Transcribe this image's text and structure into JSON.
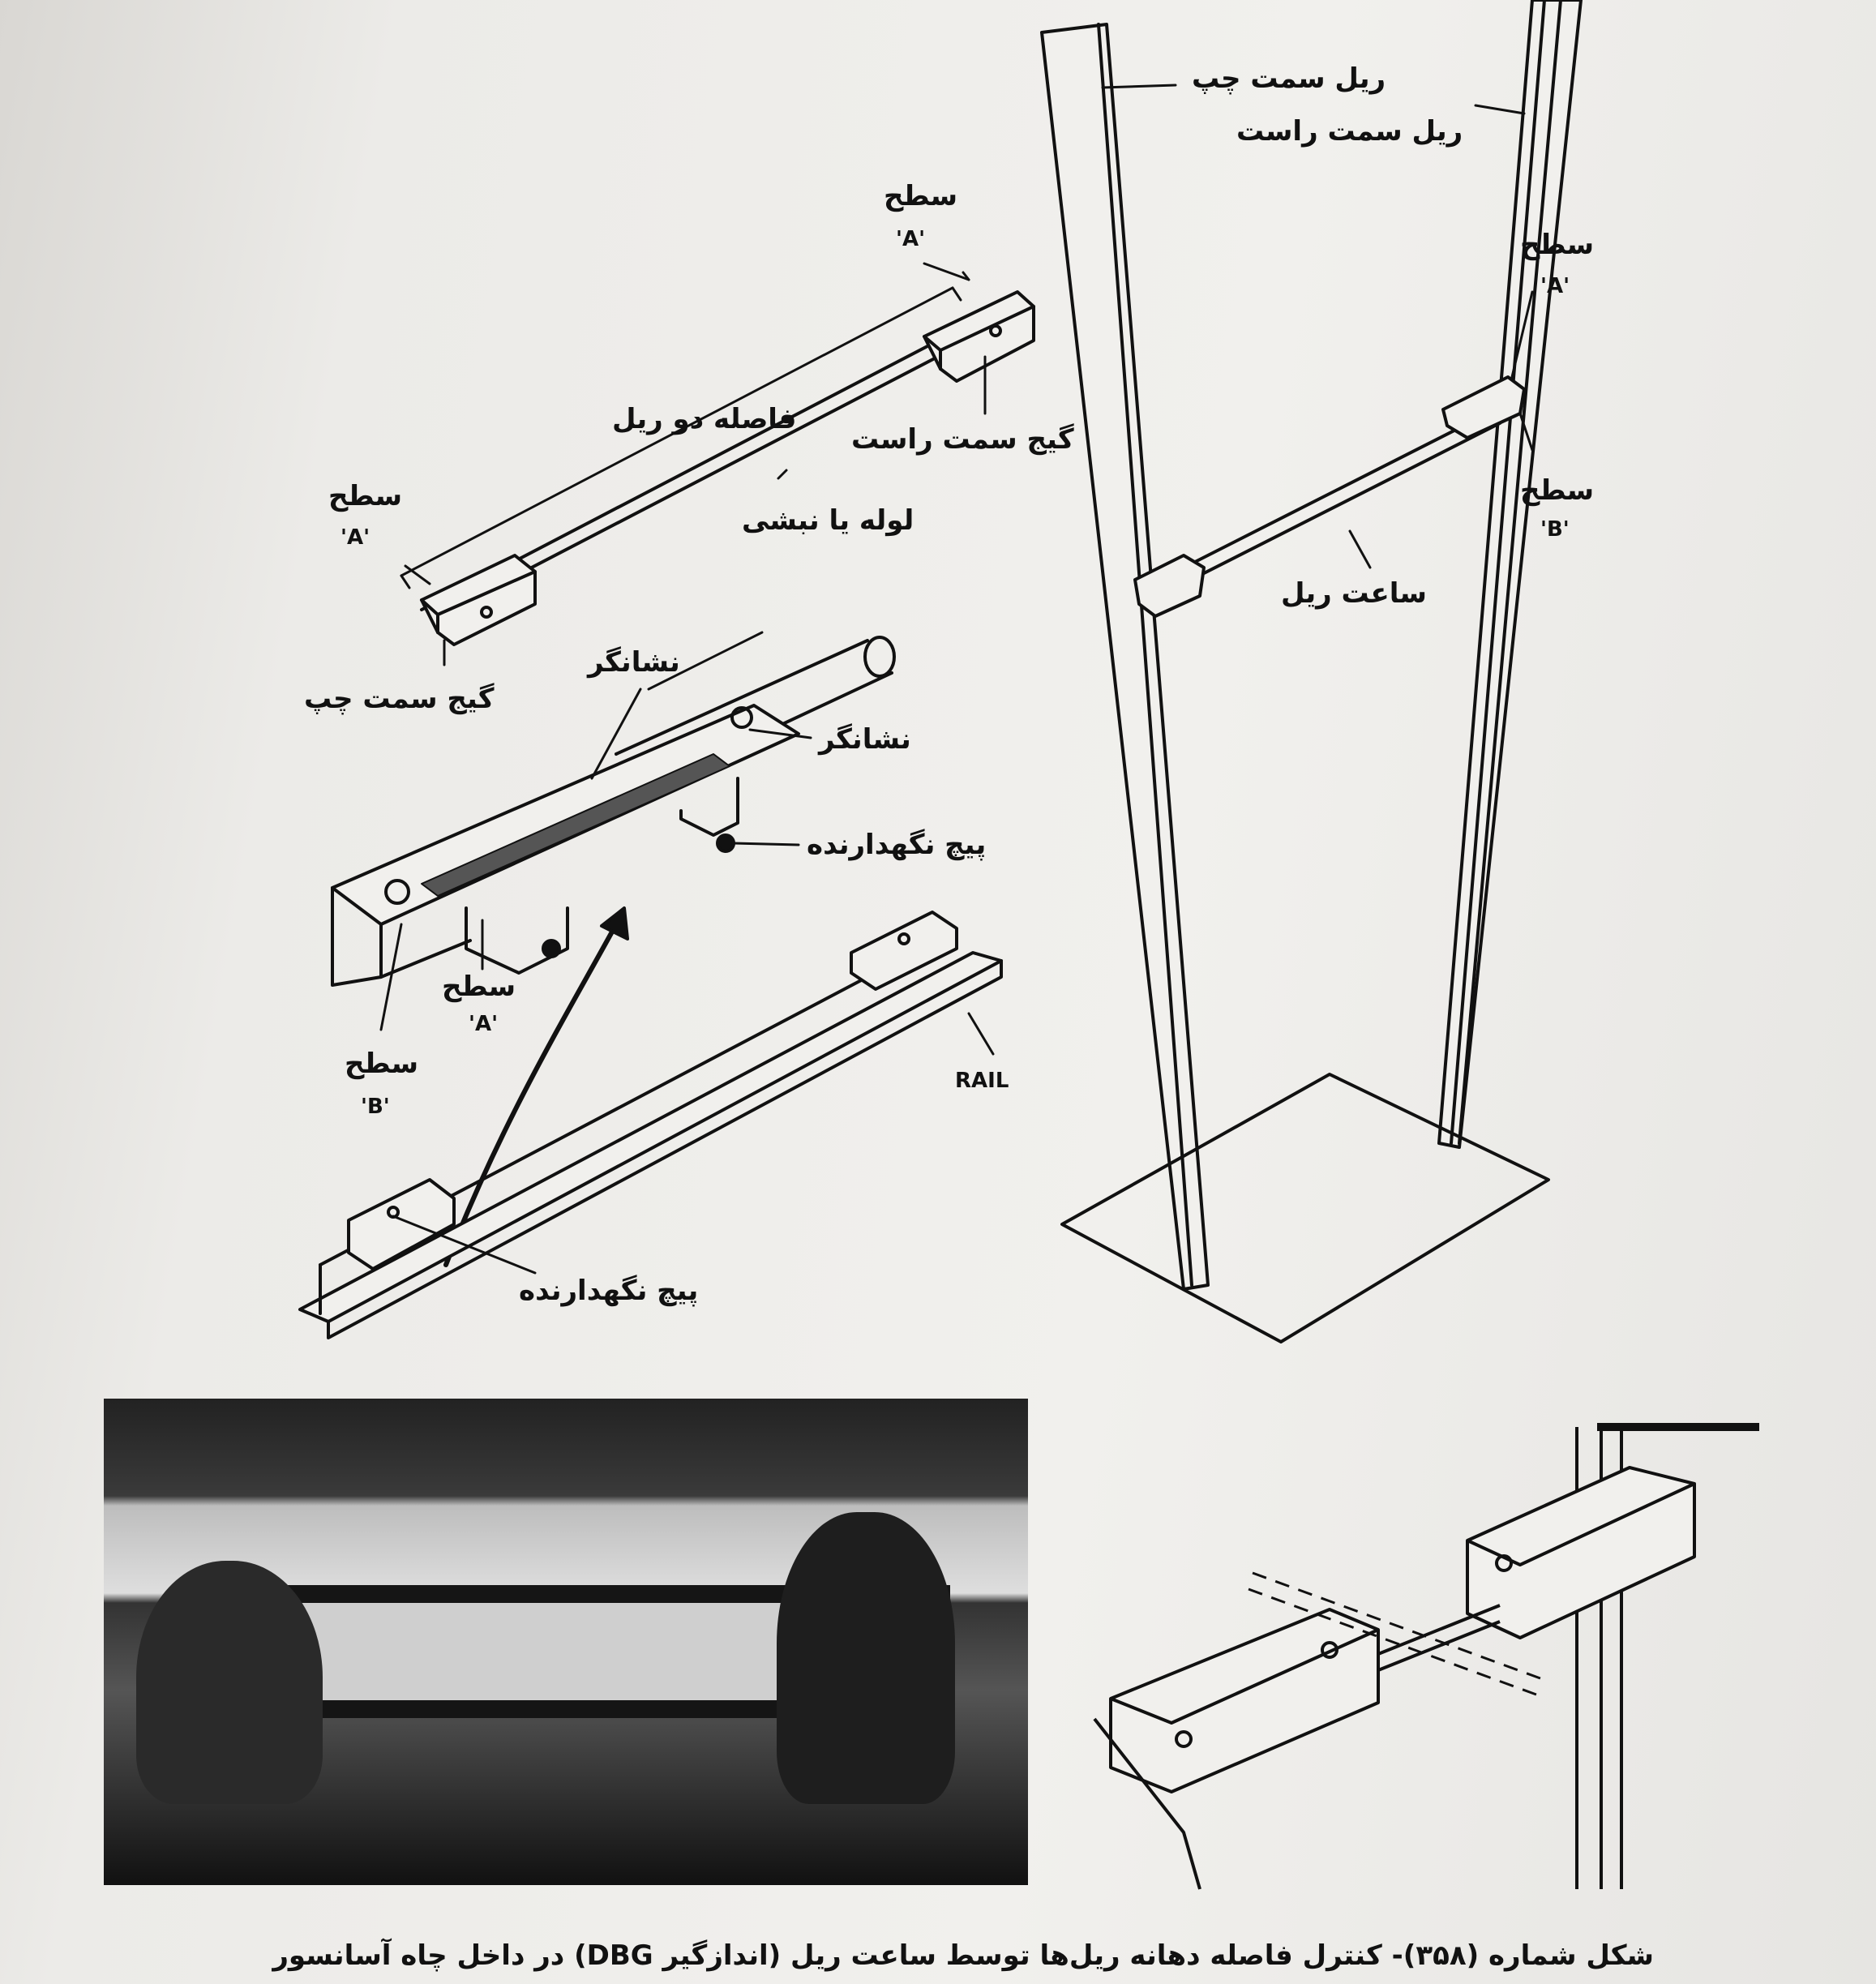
{
  "labels": {
    "left_rail": "ریل سمت چپ",
    "right_rail": "ریل سمت راست",
    "surface": "سطح",
    "surface_a": "'A'",
    "surface_b": "'B'",
    "rail_distance": "فاصله دو ریل",
    "right_gauge": "گیج سمت راست",
    "pipe_or_angle": "لوله یا نبشی",
    "left_gauge": "گیج سمت چپ",
    "indicator": "نشانگر",
    "holding_screw": "پیچ نگهدارنده",
    "rail_gauge": "ساعت ریل",
    "rail_en": "RAIL"
  },
  "caption": "شکل شماره (۳۵۸)- کنترل فاصله دهانه ریل‌ها توسط ساعت ریل (اندازگیر DBG) در داخل چاه آسانسور"
}
